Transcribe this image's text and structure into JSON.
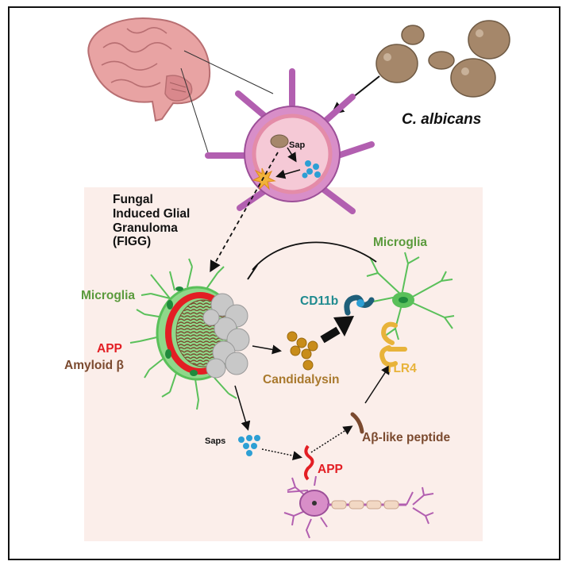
{
  "labels": {
    "fungal_line1": "Fungal",
    "fungal_line2": "Induced Glial",
    "fungal_line3": "Granuloma",
    "fungal_line4": "(FIGG)",
    "c_albicans": "C. albicans",
    "sap": "Sap",
    "microglia_left": "Microglia",
    "microglia_right": "Microglia",
    "app_left": "APP",
    "amyloid_beta": "Amyloid β",
    "cd11b": "CD11b",
    "candidalysin": "Candidalysin",
    "tlr4": "TLR4",
    "saps": "Saps",
    "abeta_like_peptide": "Aβ-like peptide",
    "app_bottom": "APP"
  },
  "colors": {
    "microglia_green": "#5a9a3c",
    "app_red": "#e31e24",
    "amyloid_brown": "#7b4a2f",
    "cd11b_teal": "#1f8a8f",
    "candidalysin_gold": "#a9792d",
    "tlr4_yellow": "#e8b33a",
    "neuron_purple": "#b25fb0",
    "vessel_pink": "#d88ec8",
    "panel_bg": "#fbeeea"
  }
}
